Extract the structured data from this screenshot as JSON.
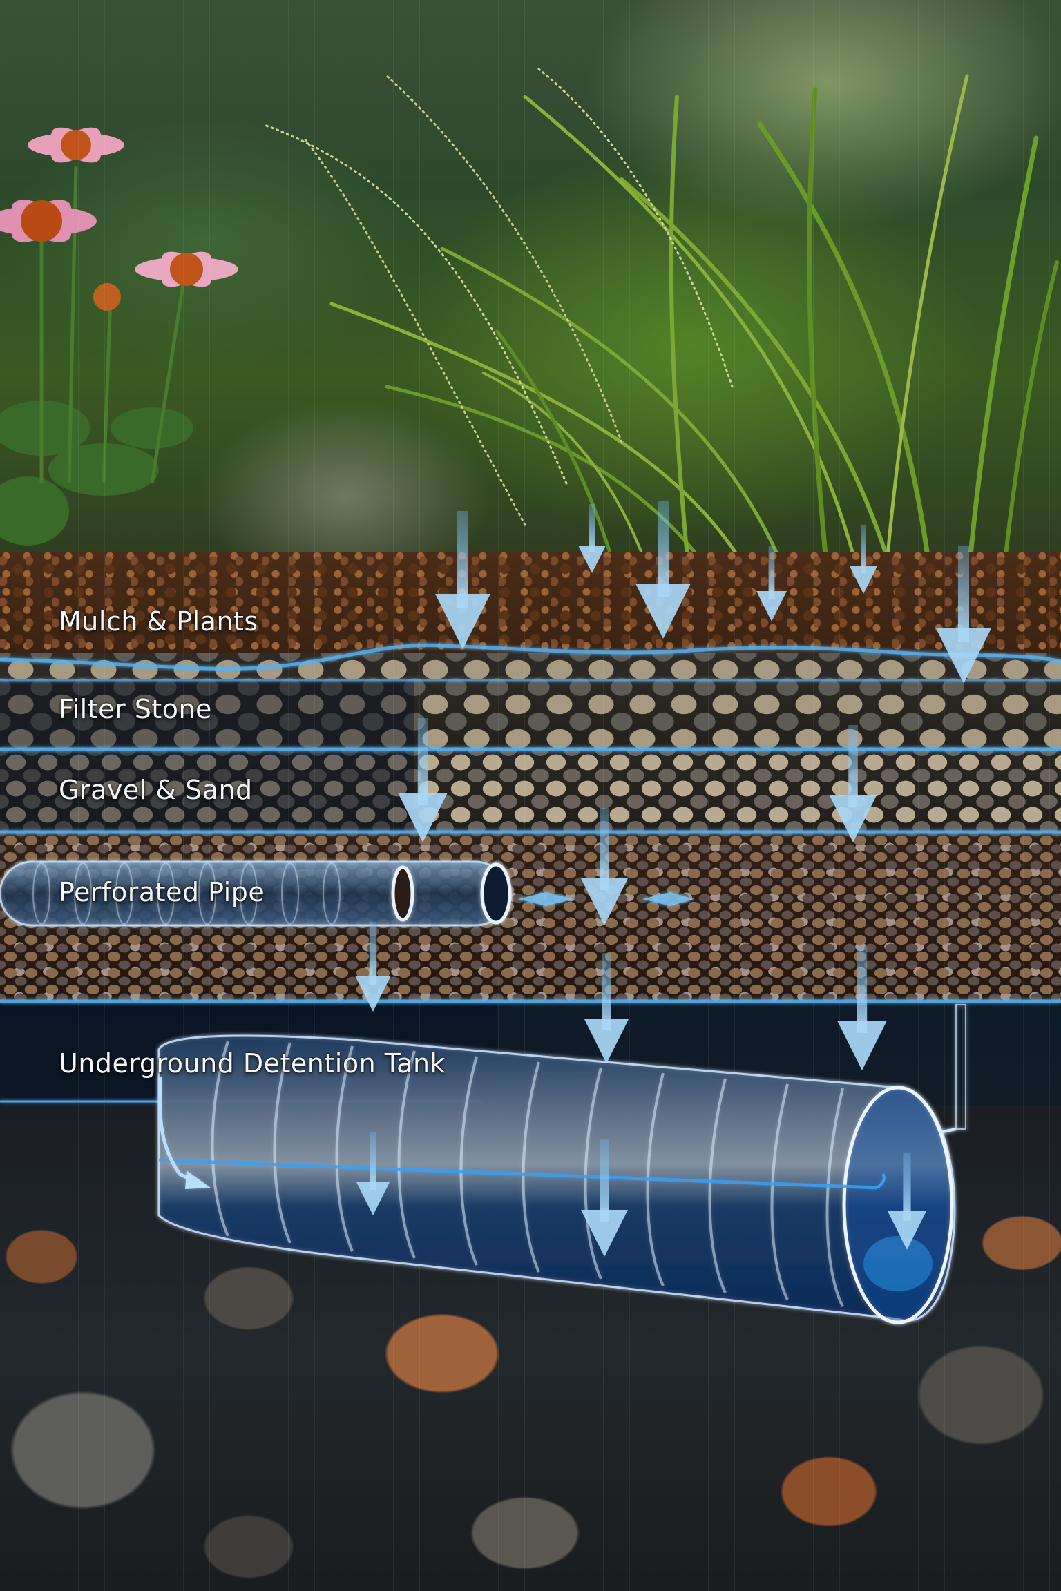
{
  "diagram": {
    "type": "cross-section",
    "subject": "rain garden stormwater infiltration system",
    "colors": {
      "accent_line": "#4fa8e8",
      "arrow_fill": "#a8d6f5",
      "label_text": "#f4f6f8",
      "tank_glow": "#2a8fe0"
    }
  },
  "layers": [
    {
      "id": "mulch",
      "label": "Mulch & Plants"
    },
    {
      "id": "filter",
      "label": "Filter Stone"
    },
    {
      "id": "gravel",
      "label": "Gravel & Sand"
    },
    {
      "id": "pipe",
      "label": "Perforated Pipe"
    },
    {
      "id": "tank",
      "label": "Underground Detention Tank"
    }
  ],
  "flow": {
    "direction": "downward",
    "arrow_icon": "down-arrow-icon",
    "lateral_arrow_icon": "inward-arrow-icon"
  }
}
